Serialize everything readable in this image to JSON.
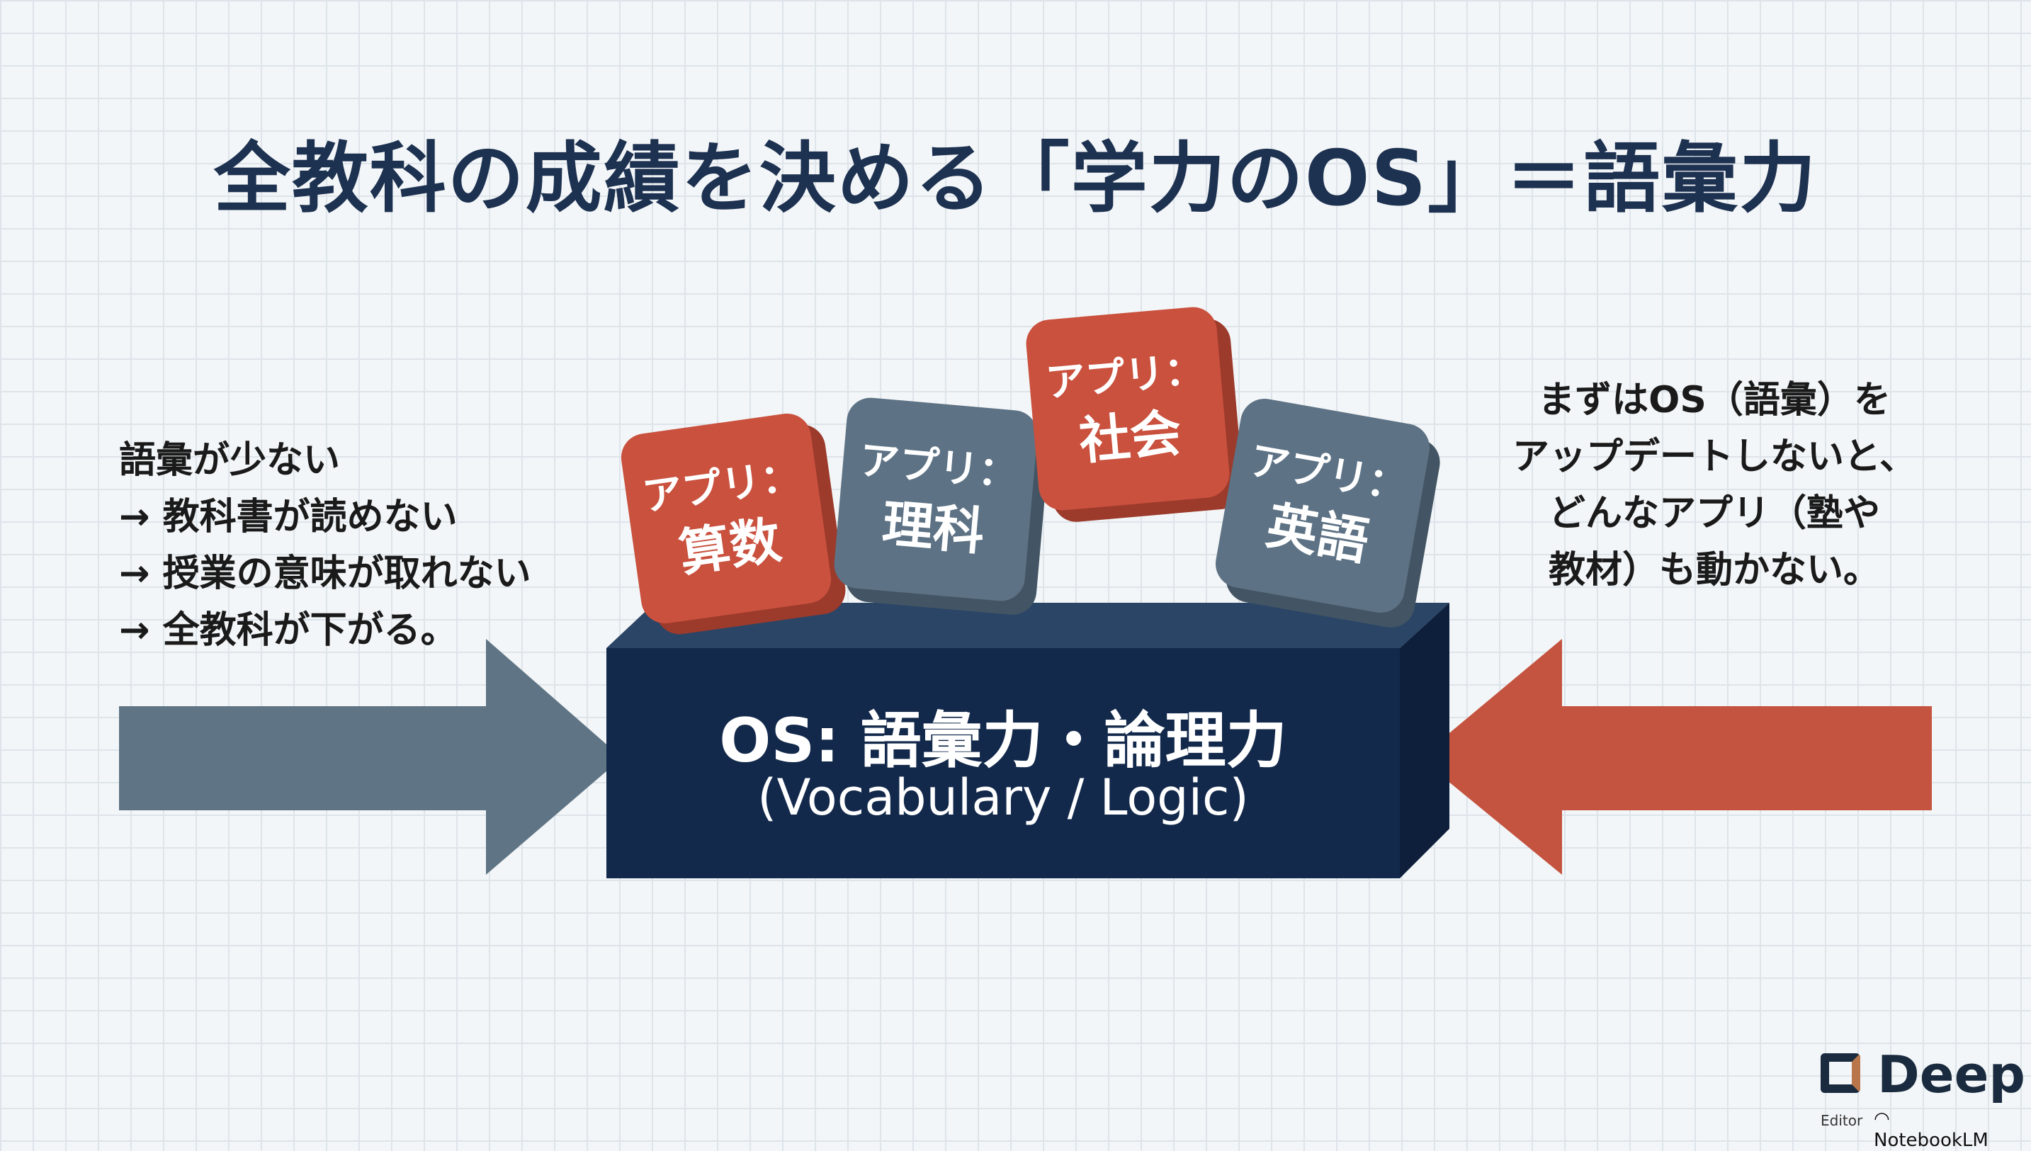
{
  "title": "全教科の成績を決める「学力のOS」＝語彙力",
  "left_text": [
    "語彙が少ない",
    "→ 教科書が読めない",
    "→ 授業の意味が取れない",
    "→ 全教科が下がる。"
  ],
  "right_text": [
    "まずはOS（語彙）を",
    "アップデートしないと、",
    "どんなアプリ（塾や",
    "教材）も動かない。"
  ],
  "os_box": {
    "line1": "OS: 語彙力・論理力",
    "line2": "(Vocabulary / Logic)"
  },
  "apps": [
    {
      "label": "アプリ：",
      "subject": "算数",
      "color": "red"
    },
    {
      "label": "アプリ：",
      "subject": "理科",
      "color": "gray"
    },
    {
      "label": "アプリ：",
      "subject": "社会",
      "color": "red"
    },
    {
      "label": "アプリ：",
      "subject": "英語",
      "color": "gray"
    }
  ],
  "logo": {
    "brand": "Deep",
    "editor": "Editor",
    "notebook": "NotebookLM"
  },
  "colors": {
    "navy": "#13294b",
    "red": "#c9513e",
    "slate": "#5d7284"
  }
}
